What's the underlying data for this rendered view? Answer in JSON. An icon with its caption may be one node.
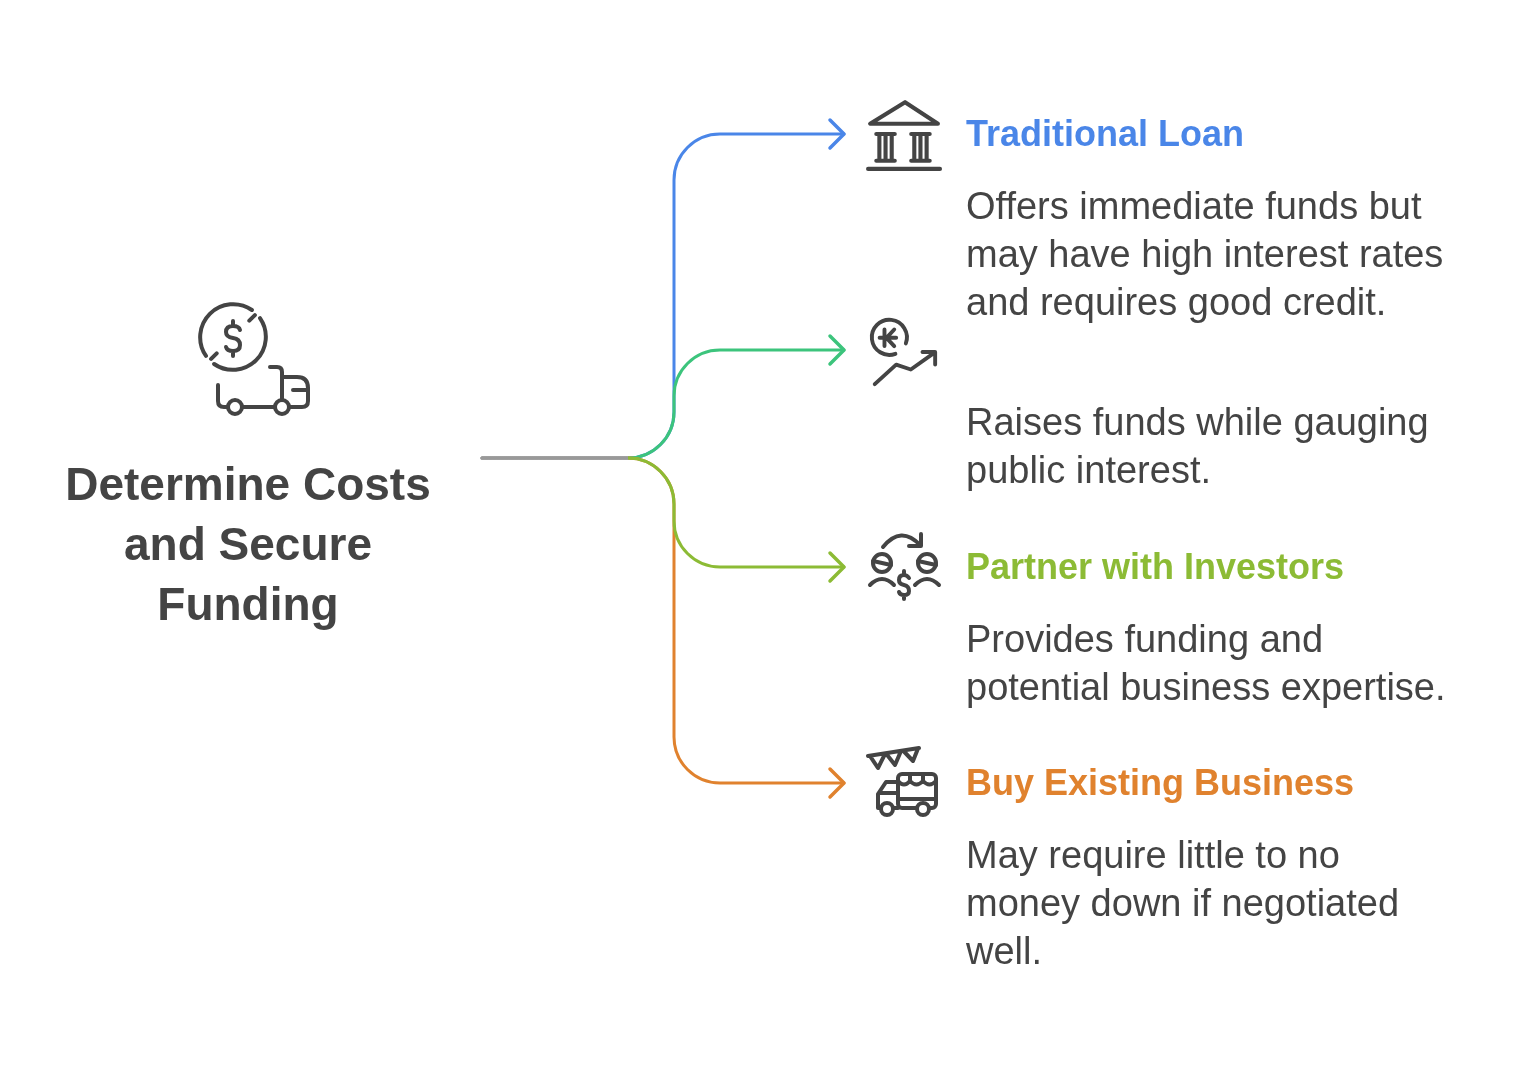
{
  "diagram": {
    "nodes": [
      {
        "text": [
          "Determine Costs and Secure Funding"
        ]
      },
      {
        "text": [
          "Traditional Loan",
          "Offers immediate funds but may have high interest rates and requires good credit."
        ]
      },
      {
        "text": [
          "Raises funds while gauging public interest."
        ]
      },
      {
        "text": [
          "Partner with Investors",
          "Provides funding and potential business expertise."
        ]
      },
      {
        "text": [
          "Buy Existing Business",
          "May require little to no money down if negotiated well."
        ]
      }
    ],
    "edges": [
      {
        "from": 0,
        "to": 1,
        "arrow": "to",
        "color": "#4a86e8"
      },
      {
        "from": 0,
        "to": 2,
        "arrow": "to",
        "color": "#3cc47c"
      },
      {
        "from": 0,
        "to": 3,
        "arrow": "to",
        "color": "#8cbb35"
      },
      {
        "from": 0,
        "to": 4,
        "arrow": "to",
        "color": "#e0822e"
      }
    ]
  }
}
